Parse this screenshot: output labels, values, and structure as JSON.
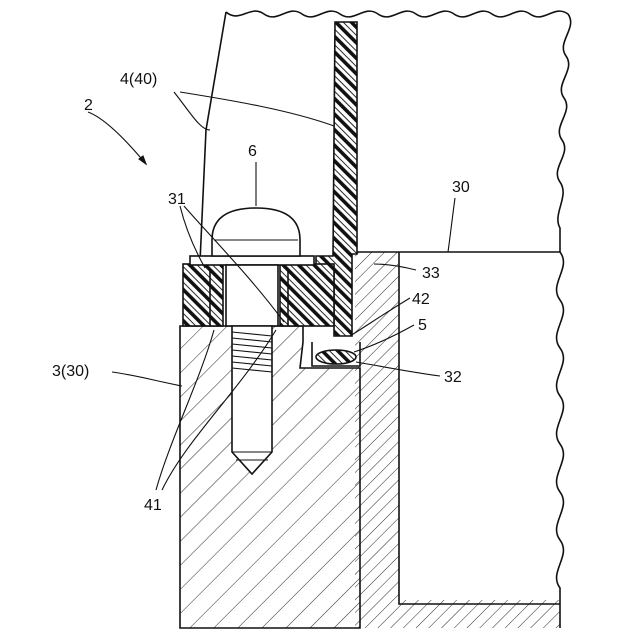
{
  "figure": {
    "labels": {
      "assembly": "2",
      "cover": "4(40)",
      "screw": "6",
      "panel": "30",
      "collar": "31",
      "rib": "33",
      "lip": "42",
      "seal": "5",
      "groove": "32",
      "base": "3(30)",
      "bushings": "41"
    },
    "colors": {
      "line": "#111111",
      "background": "#ffffff"
    }
  }
}
